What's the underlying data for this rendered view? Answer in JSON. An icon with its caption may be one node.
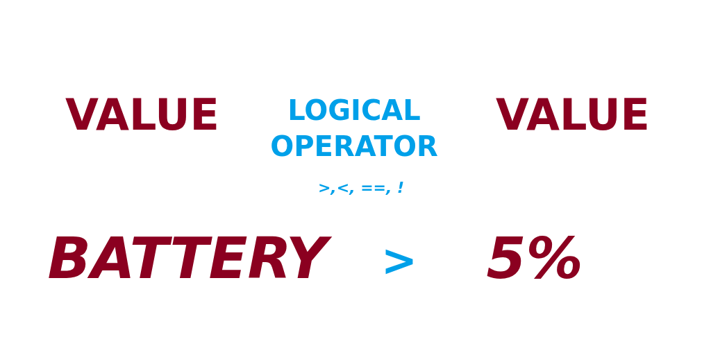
{
  "diagram": {
    "labels": [
      "VALUE",
      "LOGICAL OPERATOR",
      "VALUE",
      ">,<, ==, !",
      "BATTERY",
      ">",
      "5%"
    ]
  }
}
